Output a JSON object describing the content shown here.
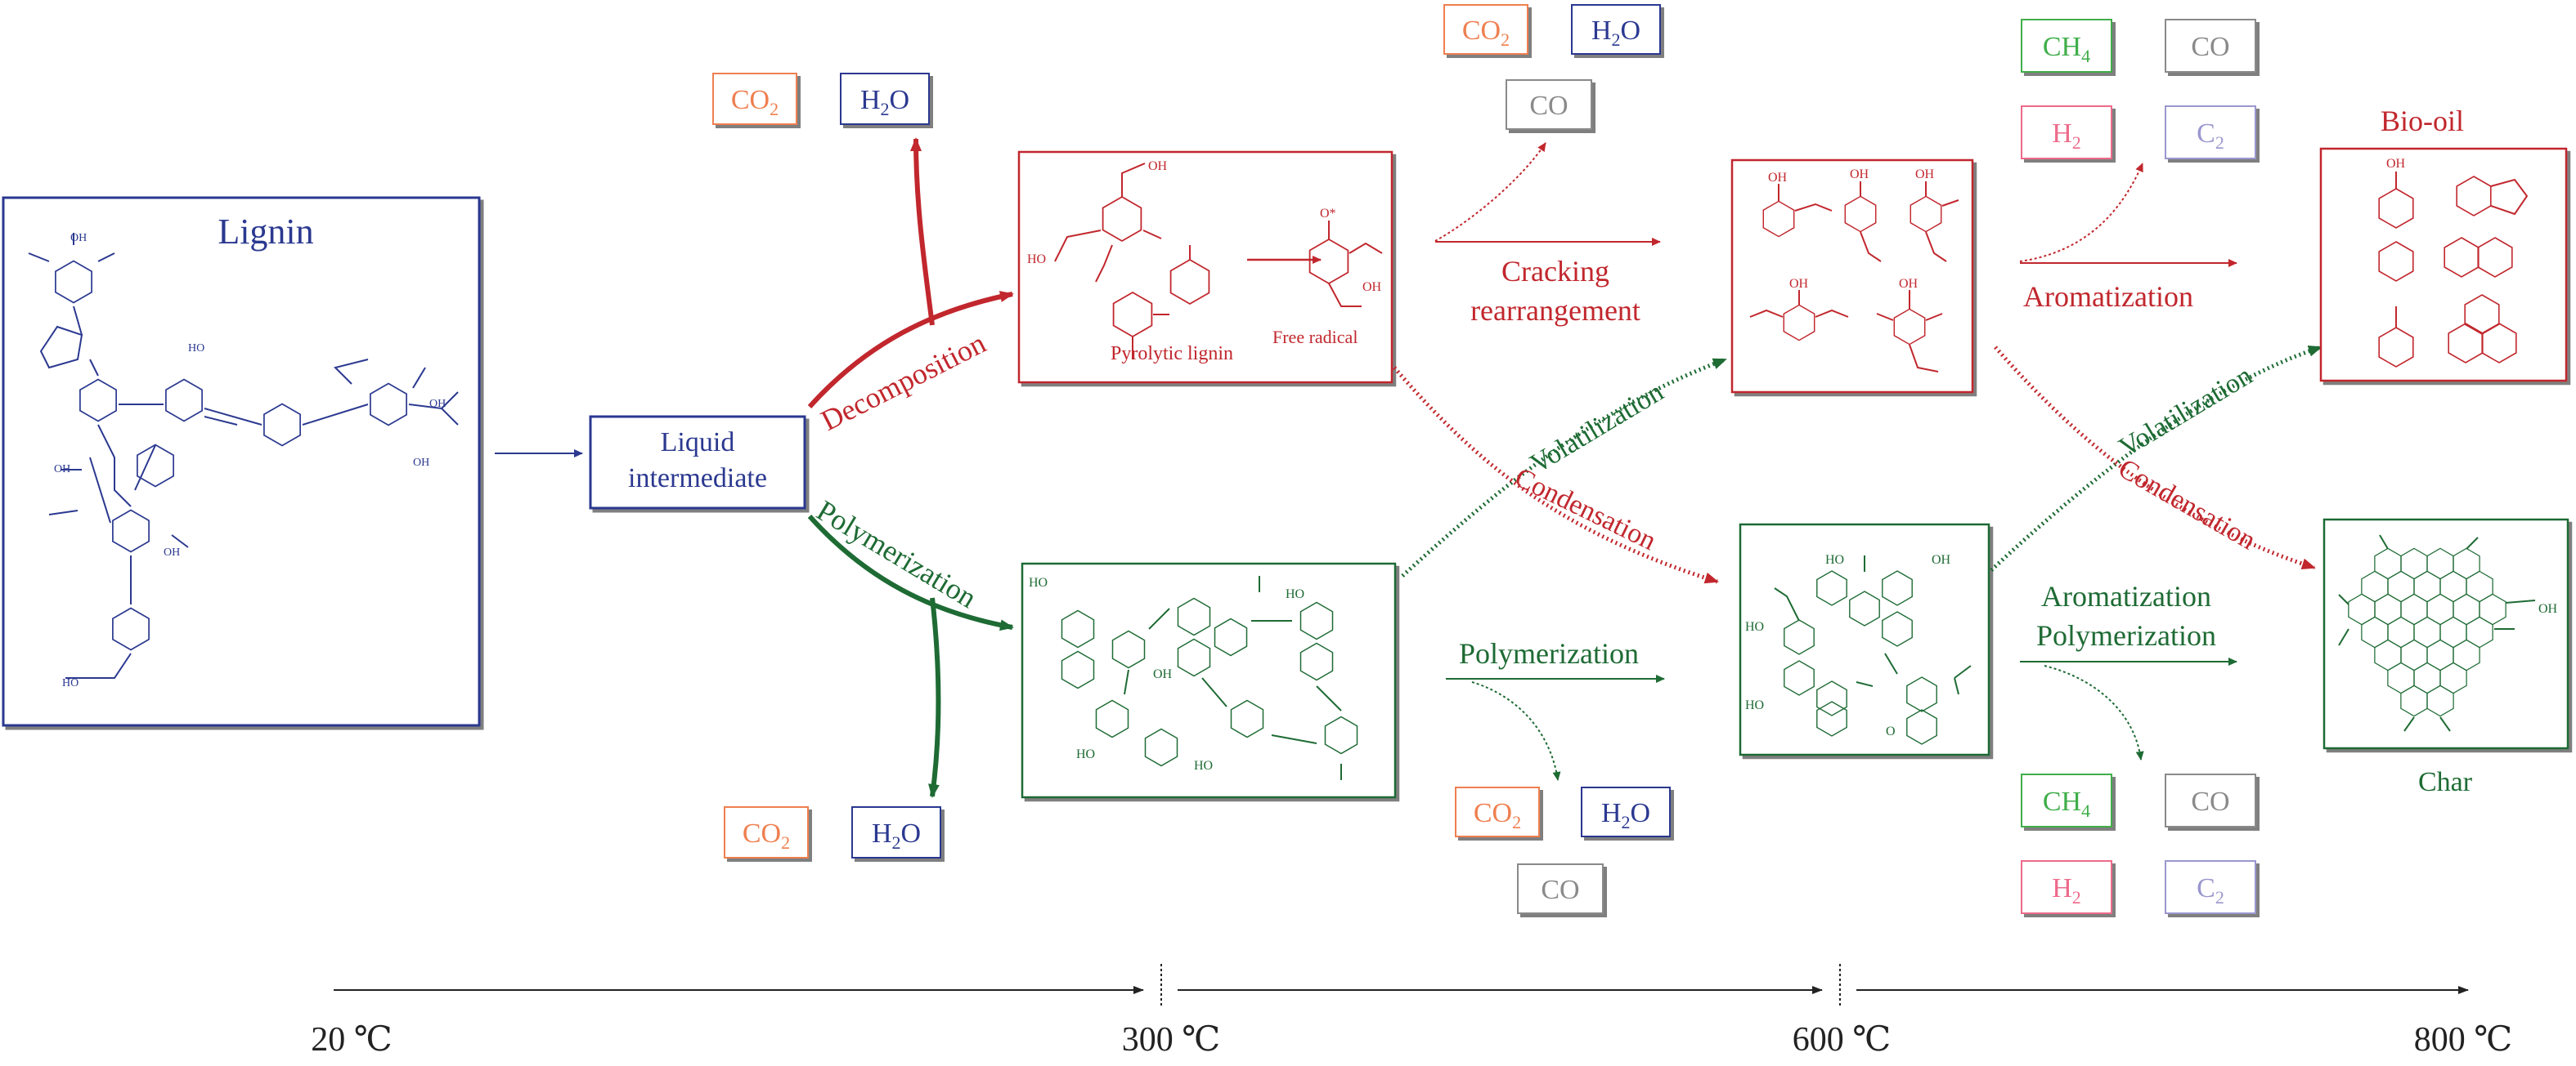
{
  "colors": {
    "blue": "#2b3990",
    "red": "#c1272d",
    "green": "#1e6b34",
    "co2": "#ef7f4f",
    "h2o": "#2b3990",
    "co": "#8a8a8a",
    "ch4": "#3fae49",
    "h2": "#ee6a8a",
    "c2": "#9a97cf"
  },
  "nodes": {
    "lignin": "Lignin",
    "liquid_intermediate_line1": "Liquid",
    "liquid_intermediate_line2": "intermediate",
    "pyrolytic_lignin": "Pyrolytic lignin",
    "free_radical": "Free radical",
    "bio_oil": "Bio-oil",
    "char": "Char"
  },
  "processes": {
    "decomposition": "Decomposition",
    "polymerization_1": "Polymerization",
    "cracking_line1": "Cracking",
    "cracking_line2": "rearrangement",
    "polymerization_2": "Polymerization",
    "volatilization_1": "Volatilization",
    "condensation_1": "Condensation",
    "aromatization": "Aromatization",
    "aromatization_2": "Aromatization",
    "polymerization_3": "Polymerization",
    "volatilization_2": "Volatilization",
    "condensation_2": "Condensation"
  },
  "gases": {
    "g1": {
      "co2": "CO",
      "co2_sub": "2",
      "h2o_a": "H",
      "h2o_sub": "2",
      "h2o_b": "O"
    },
    "g2": {
      "co2": "CO",
      "co2_sub": "2",
      "h2o_a": "H",
      "h2o_sub": "2",
      "h2o_b": "O"
    },
    "g3": {
      "co2": "CO",
      "co2_sub": "2",
      "h2o_a": "H",
      "h2o_sub": "2",
      "h2o_b": "O",
      "co": "CO"
    },
    "g4": {
      "co2": "CO",
      "co2_sub": "2",
      "h2o_a": "H",
      "h2o_sub": "2",
      "h2o_b": "O",
      "co": "CO"
    },
    "g5": {
      "ch4": "CH",
      "ch4_sub": "4",
      "co": "CO",
      "h2": "H",
      "h2_sub": "2",
      "c2": "C",
      "c2_sub": "2"
    },
    "g6": {
      "ch4": "CH",
      "ch4_sub": "4",
      "co": "CO",
      "h2": "H",
      "h2_sub": "2",
      "c2": "C",
      "c2_sub": "2"
    }
  },
  "temperatures": {
    "t20": "20 ℃",
    "t300": "300 ℃",
    "t600": "600 ℃",
    "t800": "800 ℃"
  },
  "molecule_labels": {
    "oh": "OH",
    "ho": "HO",
    "o": "O",
    "o_star": "O*"
  }
}
